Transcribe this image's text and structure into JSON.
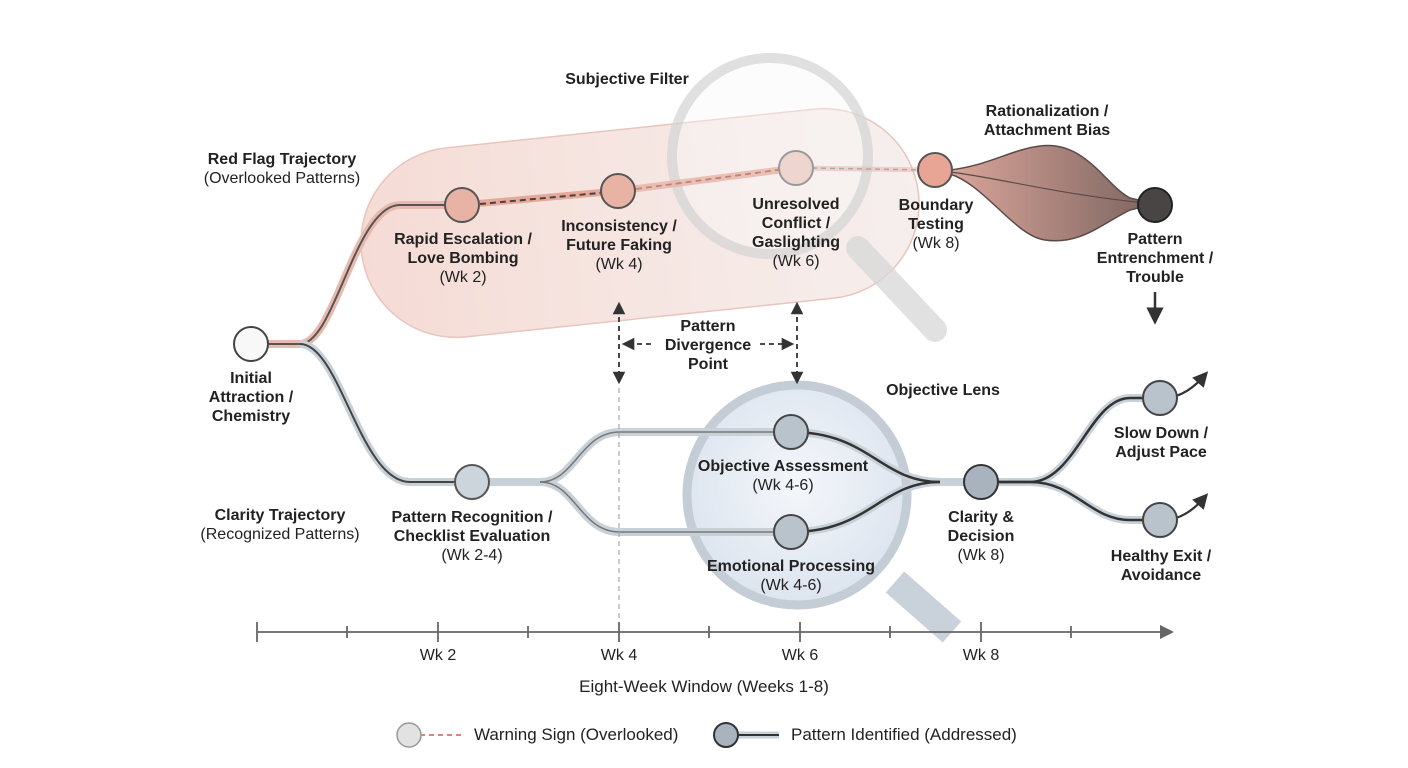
{
  "titles": {
    "subjective_filter": "Subjective Filter",
    "objective_lens": "Objective Lens",
    "red_trajectory": "Red Flag Trajectory",
    "red_trajectory_sub": "(Overlooked Patterns)",
    "clarity_trajectory": "Clarity Trajectory",
    "clarity_trajectory_sub": "(Recognized Patterns)",
    "divergence": [
      "Pattern",
      "Divergence",
      "Point"
    ],
    "rationalization": [
      "Rationalization /",
      "Attachment Bias"
    ]
  },
  "nodes": {
    "initial": [
      "Initial",
      "Attraction /",
      "Chemistry"
    ],
    "rapid": {
      "title": [
        "Rapid Escalation /",
        "Love Bombing"
      ],
      "week": "(Wk 2)"
    },
    "inconsistency": {
      "title": [
        "Inconsistency /",
        "Future Faking"
      ],
      "week": "(Wk 4)"
    },
    "unresolved": {
      "title": [
        "Unresolved",
        "Conflict /",
        "Gaslighting"
      ],
      "week": "(Wk 6)"
    },
    "boundary": {
      "title": [
        "Boundary",
        "Testing"
      ],
      "week": "(Wk 8)"
    },
    "entrenchment": [
      "Pattern",
      "Entrenchment /",
      "Trouble"
    ],
    "recognition": {
      "title": [
        "Pattern Recognition /",
        "Checklist Evaluation"
      ],
      "week": "(Wk 2-4)"
    },
    "assessment": {
      "title": [
        "Objective Assessment"
      ],
      "week": "(Wk 4-6)"
    },
    "emotional": {
      "title": [
        "Emotional Processing"
      ],
      "week": "(Wk 4-6)"
    },
    "clarity": {
      "title": [
        "Clarity &",
        "Decision"
      ],
      "week": "(Wk 8)"
    },
    "slowdown": [
      "Slow Down /",
      "Adjust Pace"
    ],
    "exit": [
      "Healthy Exit /",
      "Avoidance"
    ]
  },
  "axis": {
    "ticks": [
      "Wk 2",
      "Wk 4",
      "Wk 6",
      "Wk 8"
    ],
    "label": "Eight-Week Window (Weeks 1-8)"
  },
  "legend": {
    "warning": "Warning Sign (Overlooked)",
    "identified": "Pattern Identified (Addressed)"
  },
  "colors": {
    "red_node": "#e8a595",
    "red_line": "#d9735f",
    "gray_node": "#b9c3cc",
    "dark": "#333333"
  }
}
